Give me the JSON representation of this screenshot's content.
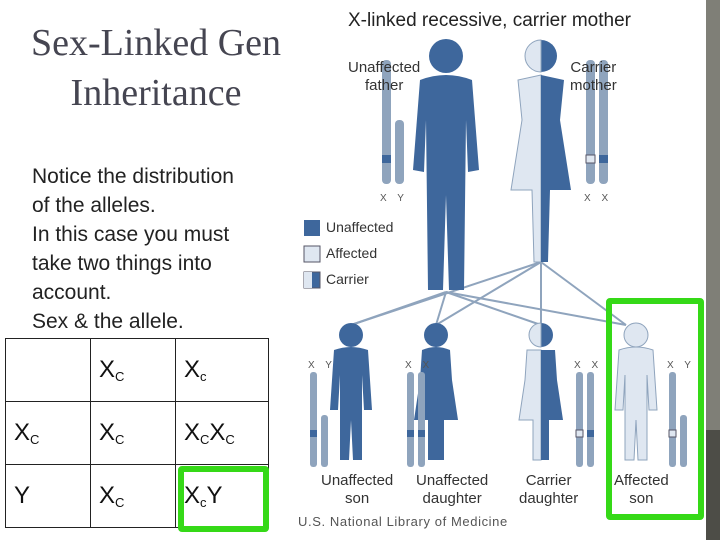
{
  "slide": {
    "title_line1": "Sex-Linked Gen",
    "title_line2": "Inheritance",
    "notes": [
      "Notice the distribution",
      "of the alleles.",
      "In this case you must",
      "take two things into",
      "account.",
      "Sex & the allele."
    ]
  },
  "punnett": {
    "header": [
      "",
      "X",
      "X"
    ],
    "header_sub": [
      "",
      "C",
      "c"
    ],
    "rows": [
      {
        "label": "X",
        "label_sub": "C",
        "cell1": "X",
        "cell1_sub": "C",
        "cell2a": "X",
        "cell2a_sub": "C",
        "cell2b": "X",
        "cell2b_sub": "C"
      },
      {
        "label": "Y",
        "label_sub": "",
        "cell1": "X",
        "cell1_sub": "C",
        "cell2a": "X",
        "cell2a_sub": "c",
        "cell2b": "Y",
        "cell2b_sub": ""
      }
    ]
  },
  "figure": {
    "title": "X-linked recessive, carrier mother",
    "father_label": [
      "Unaffected",
      "father"
    ],
    "mother_label": [
      "Carrier",
      "mother"
    ],
    "legend": [
      "Unaffected",
      "Affected",
      "Carrier"
    ],
    "children_labels": [
      [
        "Unaffected",
        "son"
      ],
      [
        "Unaffected",
        "daughter"
      ],
      [
        "Carrier",
        "daughter"
      ],
      [
        "Affected",
        "son"
      ]
    ],
    "credit": "U.S. National Library of Medicine",
    "chrom_labels": {
      "father": "X Y",
      "mother": "X X",
      "child1": "X Y",
      "child2": "X X",
      "child3": "X X",
      "child4": "X Y"
    }
  },
  "colors": {
    "unaffected": "#3e679c",
    "affected": "#dfe7f1",
    "highlight": "#35d917",
    "frame": "#7f7f77"
  }
}
